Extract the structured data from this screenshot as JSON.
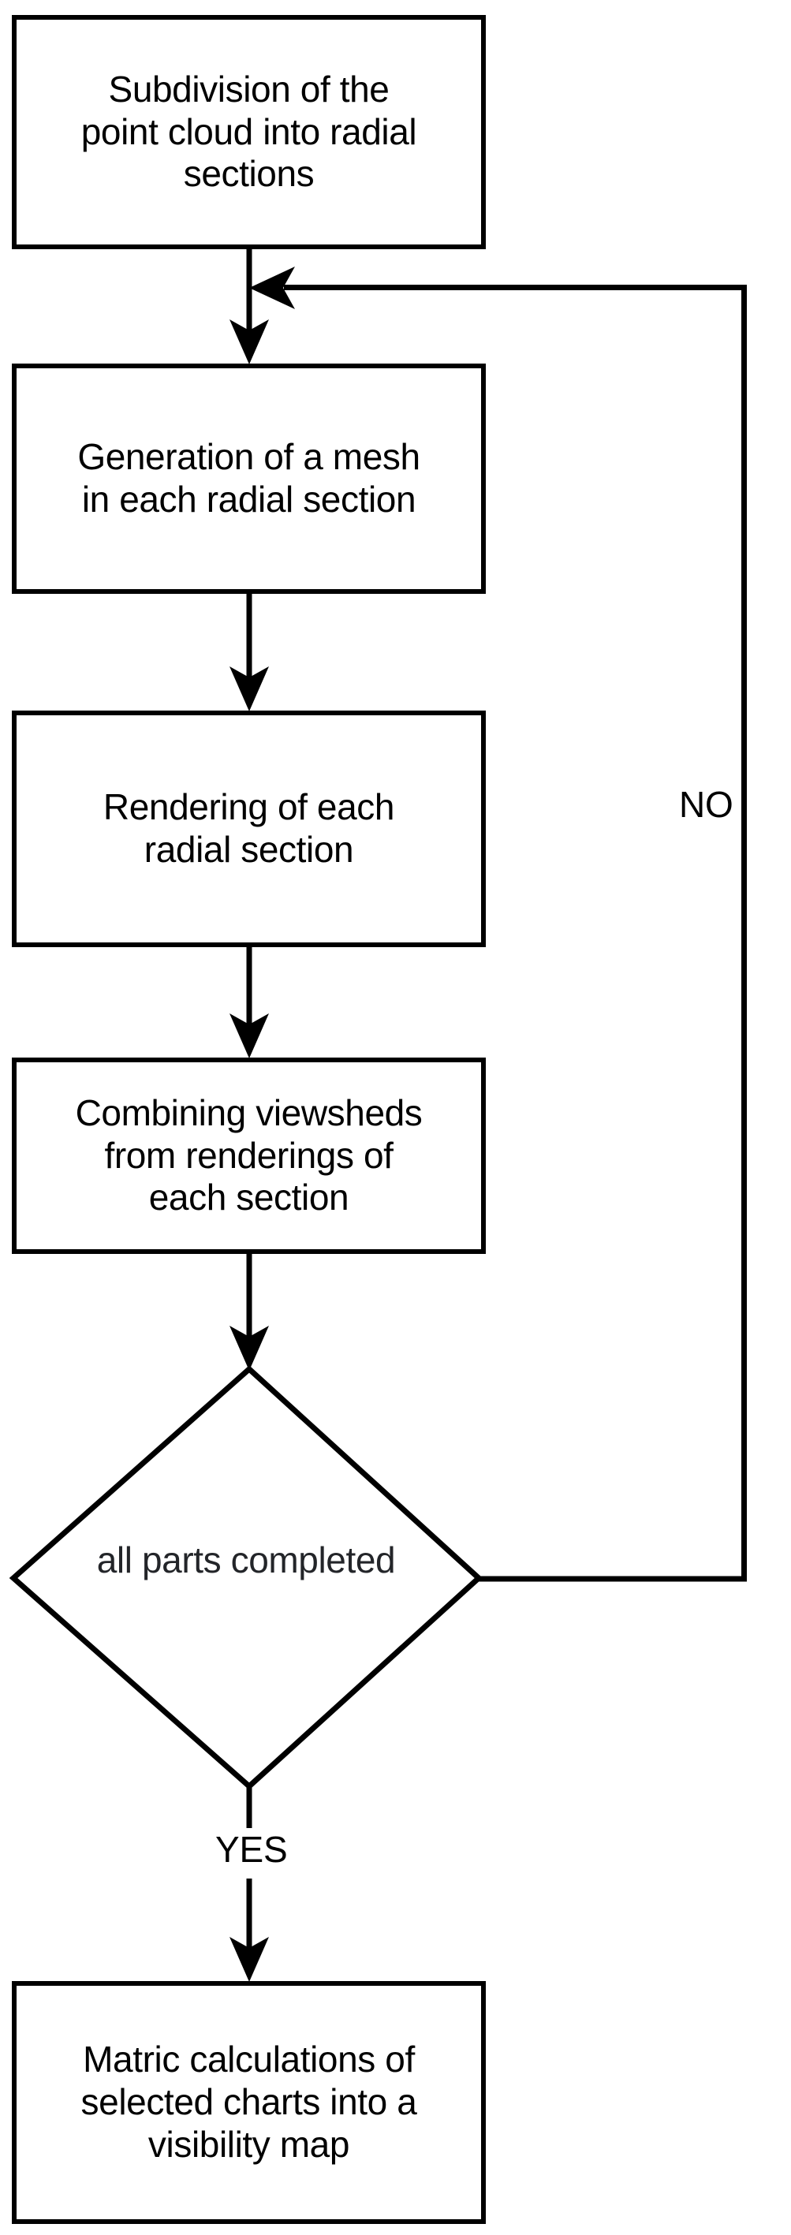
{
  "diagram": {
    "title": "Viewshed processing workflow flowchart",
    "orientation": "top-to-bottom",
    "background_color": "#ffffff",
    "line_color": "#000000",
    "text_color": "#000000",
    "decision_text_color": "#232529",
    "nodes": [
      {
        "id": "subdivision",
        "shape": "rectangle",
        "label": "Subdivision of the\npoint cloud into radial\nsections"
      },
      {
        "id": "mesh-generation",
        "shape": "rectangle",
        "label": "Generation of a mesh\nin each radial section"
      },
      {
        "id": "rendering",
        "shape": "rectangle",
        "label": "Rendering of each\nradial section"
      },
      {
        "id": "combining-viewsheds",
        "shape": "rectangle",
        "label": "Combining viewsheds\nfrom renderings of\neach section"
      },
      {
        "id": "all-parts-completed",
        "shape": "diamond",
        "label": "all parts completed"
      },
      {
        "id": "matric-calculations",
        "shape": "rectangle",
        "label": "Matric calculations of\nselected charts into a\nvisibility map"
      }
    ],
    "edge_labels": {
      "no": "NO",
      "yes": "YES"
    }
  }
}
